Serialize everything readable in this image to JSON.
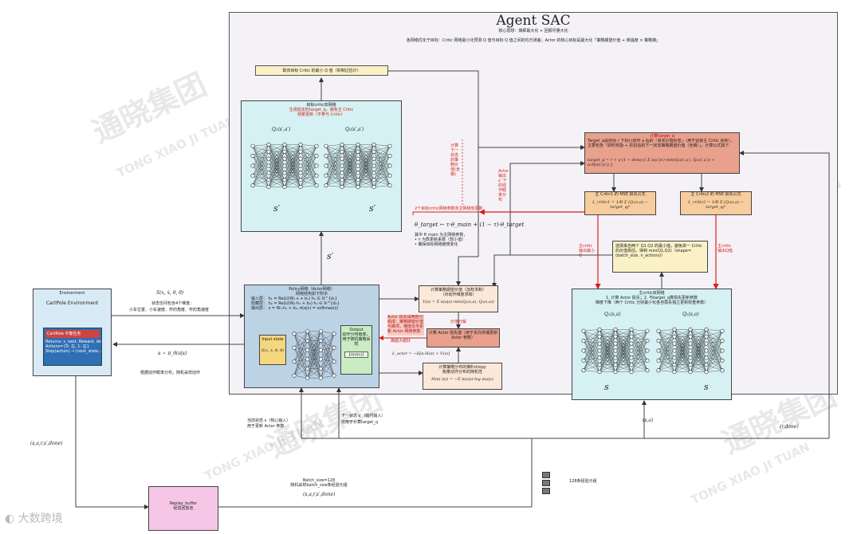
{
  "agent": {
    "title": "Agent SAC",
    "subtitle": "核心思想：熵即最大化 + 回报尽量大化",
    "objective": "各网络优化于目标：Critic 网络最小化预测 Q 值与目标 Q 值之间的均方误差；Actor 的核心目标是最大化「策略期望价值 + 熵温度 × 策略熵」"
  },
  "min_target_note": "取双目标 Critic 的最小 Q 值（抑制过估计）",
  "target_critic": {
    "title": "目标critic双网络",
    "desc_lines": [
      "生成稳定的target_q，避免主 Critic",
      "频繁更新（不参与 Critic）"
    ],
    "q1_label": "Q₁(s′,a′)",
    "q2_label": "Q₂(s′,a′)",
    "s_left": "s′",
    "s_right": "s′"
  },
  "s_prime_below": "s′",
  "target_q_box": {
    "title": "计算target_q",
    "desc": "Target_q由奖励 r 下执行动作 a 后的「真实价值标签」（用于监督主 Critic 更新），主要包含「即时奖励 + 折扣后的下一状态策略期望价值（含熵）」，计算公式如下",
    "formula": "target_q = r + γ·(1 − done)·[ Σ π(a′|s′)·min(Q₁(s′,a′), Q₂(s′,a′)) + α·H(π(·|s′)) ]"
  },
  "mse1": {
    "title": "主 Critic1 的 MSE 损失公式",
    "formula": "L_critic1 = 1/B Σ (Q₁(s,a) − target_q)²"
  },
  "mse2": {
    "title": "主 Critic2 的 MSE 损失公式",
    "formula": "L_critic2 = 1/B Σ (Q₂(s,a) − target_q)²"
  },
  "soft_update": {
    "label": "2个目标critic网络参数向主网络软更新",
    "formula": "θ_target ← τ·θ_main + (1 − τ)·θ_target",
    "notes": [
      "其中 θ_main 为主网络参数，",
      "• τ 为软更新系数（较小值）",
      "• 确保目标网络缓慢变化"
    ]
  },
  "side_notes": {
    "compute_next": "计算下一状态的策略价值(含熵)",
    "actor_out": "Actor 输出 s′ 下的动作概率分布",
    "red_left": "主critic 输出最小Q",
    "red_right": "主critic 输出Q值"
  },
  "min_q_box": "选择来自两个 Q1 Q2 的最小值，避免单一 Critic 的价值高估，得到 min(Q1,Q2)（shape=(batch_size, n_actions)）",
  "main_critic": {
    "title": "主critic双网络",
    "desc_lines": [
      "1. 计算 Actor 损失；2. 与target_q算损失更新参数",
      "梯度下降（两个 Critic 分别最小化各自损失独立更新权重参数）"
    ],
    "q1_label": "Q₁(s,a)",
    "q2_label": "Q₂(s,a)",
    "s_left": "s",
    "s_right": "s"
  },
  "policy": {
    "title": "Policy网络（Actor网络）",
    "desc": "网络结构如下所示",
    "formulas": [
      "输入层：  h₁ = ReLU(W₁·s + b₁)     h₁ ∈ ℝ^{d₁}",
      "隐藏层：  h₂ = ReLU(W₂·h₁ + b₂)    h₂ ∈ ℝ^{d₂}",
      "输出层：  z = W₃·h₂ + b₃,  π(a|s) = softmax(z)"
    ],
    "input_label": "Input state",
    "input_formula": "S(x, ẋ, θ, θ̇)",
    "output_label": "Output",
    "output_desc": "动作分布概率，用于随机策略采样",
    "output_formula": "[π(a|s)]"
  },
  "expected_value": {
    "title": "计算策略期望价值（加权求和）",
    "subtitle": "（对动作维度求和）",
    "formula": "V(s) = Σ π(a|s)·min(Q₁(s,a), Q₂(s,a))"
  },
  "actor_loss": {
    "title": "计算 Actor 损失值（用于反向传播更新 Actor 参数）",
    "formula": "L_actor = −E[α·H(π) + V(s)]",
    "note_left": "Actor 损失由两部分组成：策略期望价值与熵项，梯度反传更新 Actor 网络参数",
    "note_top": "价值分解",
    "note_low": "熵越大越好"
  },
  "entropy": {
    "title": "计算策略分布的熵Entropy",
    "subtitle": "衡量动作分布的随机性",
    "formula": "H(π(·|s)) = −Σ π(a|s)·log π(a|s)"
  },
  "environment": {
    "title": "Environment",
    "name": "CartPole Environment",
    "screen_title": "CartPole 平衡任务",
    "code_lines": [
      "Returns: s_next, Reward, done, info",
      "Actions={0: 左, 1: 右}",
      "Step(action) → (next_state, reward, done)"
    ]
  },
  "state_arrow": {
    "formula": "S(x, ẋ, θ, θ̇)",
    "desc": "状态空间包含4个维度：",
    "desc2": "小车位置、小车速度、杆的角度、杆的角速度"
  },
  "action_arrow": {
    "formula": "a ~ π_θ(a|s)",
    "desc": "根据动作概率分布，随机采样动作"
  },
  "current_state": {
    "line1": "当前状态 s（核心输入）",
    "line2": "用于更新 Actor 参数"
  },
  "next_state": {
    "line1": "下一状态 s′（临时输入）",
    "line2": "仅用于计算target_q"
  },
  "sa_label": "(s,a)",
  "rdone_label": "(r,done)",
  "transition_label": "(s,a,r,s′,done)",
  "batch": {
    "line1": "Batch_size=128",
    "line2": "随机采样batch_size条经验元组"
  },
  "batch_tuple": "(s,a,r,s′,done)",
  "samples_label": "128条经验元组",
  "replay": {
    "title": "Replay_buffer",
    "subtitle": "经验回放池"
  },
  "watermark": {
    "text": "通晓集团",
    "en": "TONG XIAO JI TUAN",
    "logo_text": "大数跨境"
  }
}
